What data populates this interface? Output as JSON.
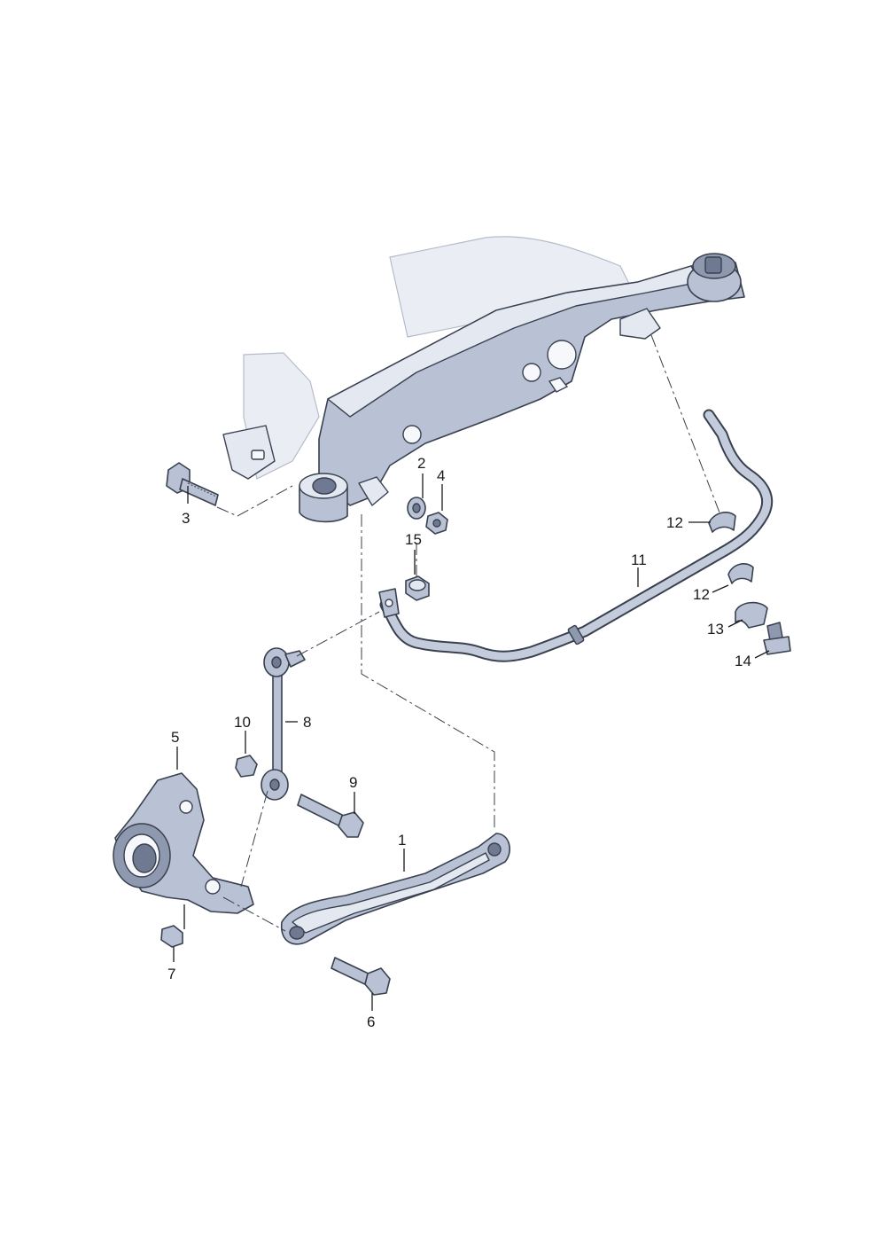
{
  "callouts": {
    "c1": "1",
    "c2": "2",
    "c3": "3",
    "c4": "4",
    "c5": "5",
    "c6": "6",
    "c7": "7",
    "c8": "8",
    "c9": "9",
    "c10": "10",
    "c11": "11",
    "c12a": "12",
    "c12b": "12",
    "c13": "13",
    "c14": "14",
    "c15": "15"
  },
  "colors": {
    "part_fill": "#b9c2d4",
    "part_outline": "#39404f",
    "background": "#ffffff"
  }
}
